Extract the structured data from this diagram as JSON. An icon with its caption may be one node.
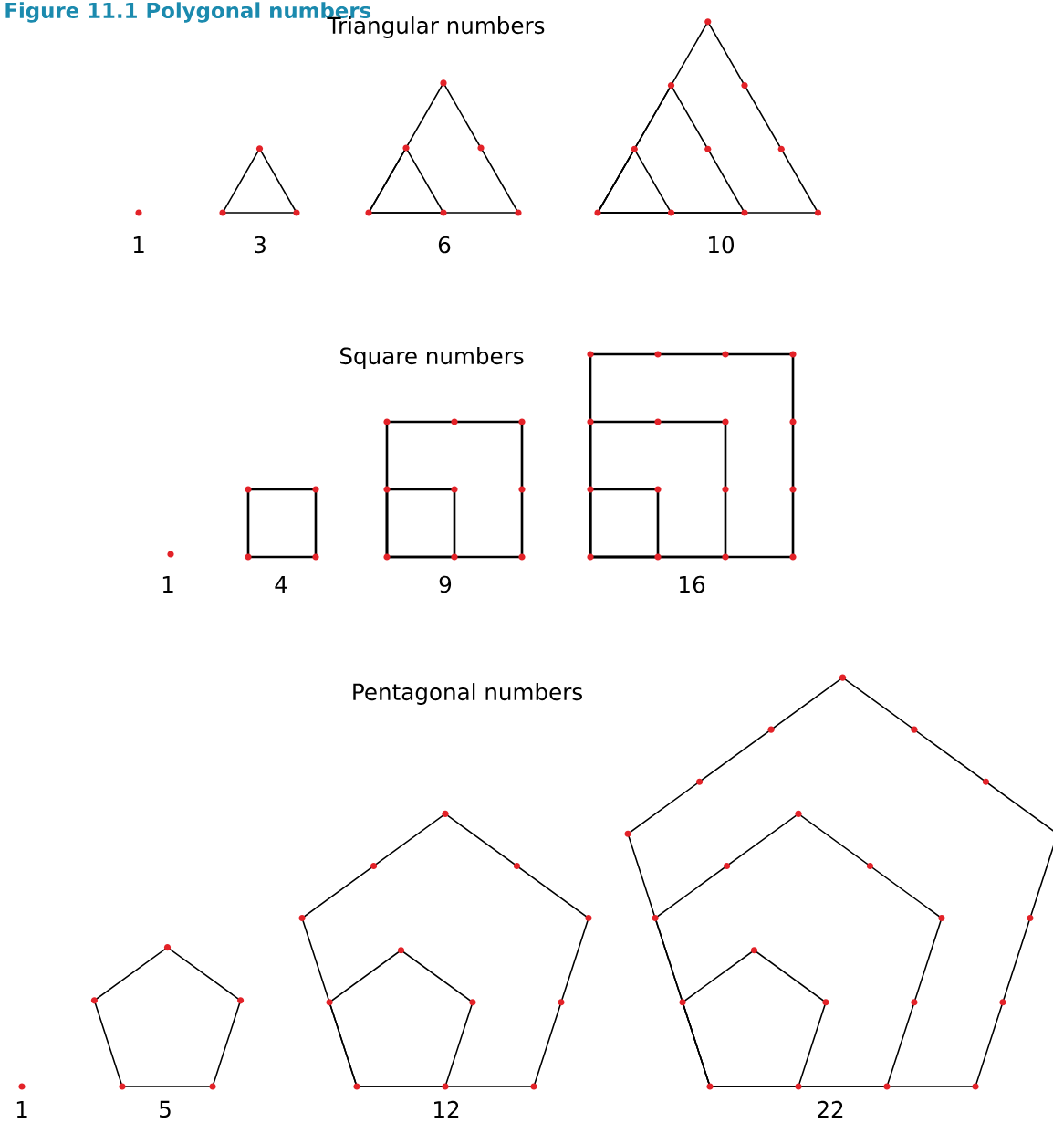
{
  "diagram": {
    "title": "Figure 11.1 Polygonal numbers",
    "labels": [
      "Triangular numbers",
      "1",
      "3",
      "6",
      "10",
      "Square numbers",
      "1",
      "4",
      "9",
      "16",
      "Pentagonal numbers",
      "1",
      "5",
      "12",
      "22"
    ]
  }
}
